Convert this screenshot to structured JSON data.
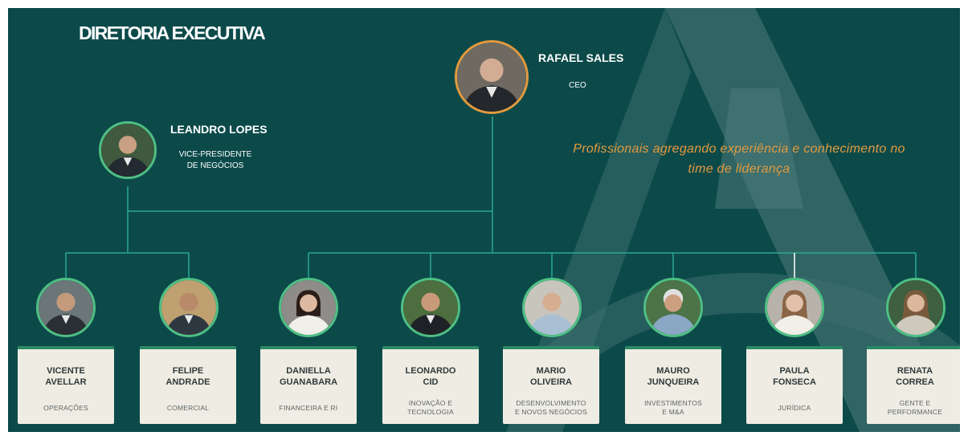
{
  "title": "DIRETORIA EXECUTIVA",
  "tagline": "Profissionais agregando experiência e conhecimento no time de liderança",
  "colors": {
    "background": "#0c4a4a",
    "connector": "#2aa891",
    "ceo_ring": "#e39a3e",
    "member_ring": "#4fbf83",
    "card_top": "#2b8a66",
    "tagline": "#e39a3e"
  },
  "ceo": {
    "name": "RAFAEL SALES",
    "role": "CEO"
  },
  "vp": {
    "name": "LEANDRO LOPES",
    "role_line1": "VICE-PRESIDENTE",
    "role_line2": "DE NEGÓCIOS"
  },
  "members": [
    {
      "name_line1": "VICENTE",
      "name_line2": "AVELLAR",
      "role_line1": "OPERAÇÕES",
      "role_line2": ""
    },
    {
      "name_line1": "FELIPE",
      "name_line2": "ANDRADE",
      "role_line1": "COMERCIAL",
      "role_line2": ""
    },
    {
      "name_line1": "DANIELLA",
      "name_line2": "GUANABARA",
      "role_line1": "FINANCEIRA E RI",
      "role_line2": ""
    },
    {
      "name_line1": "LEONARDO",
      "name_line2": "CID",
      "role_line1": "INOVAÇÃO E",
      "role_line2": "TECNOLOGIA"
    },
    {
      "name_line1": "MARIO",
      "name_line2": "OLIVEIRA",
      "role_line1": "DESENVOLVIMENTO",
      "role_line2": "E NOVOS NEGÓCIOS"
    },
    {
      "name_line1": "MAURO",
      "name_line2": "JUNQUEIRA",
      "role_line1": "INVESTIMENTOS",
      "role_line2": "E M&A"
    },
    {
      "name_line1": "PAULA",
      "name_line2": "FONSECA",
      "role_line1": "JURÍDICA",
      "role_line2": ""
    },
    {
      "name_line1": "RENATA",
      "name_line2": "CORREA",
      "role_line1": "GENTE E",
      "role_line2": "PERFORMANCE"
    }
  ]
}
